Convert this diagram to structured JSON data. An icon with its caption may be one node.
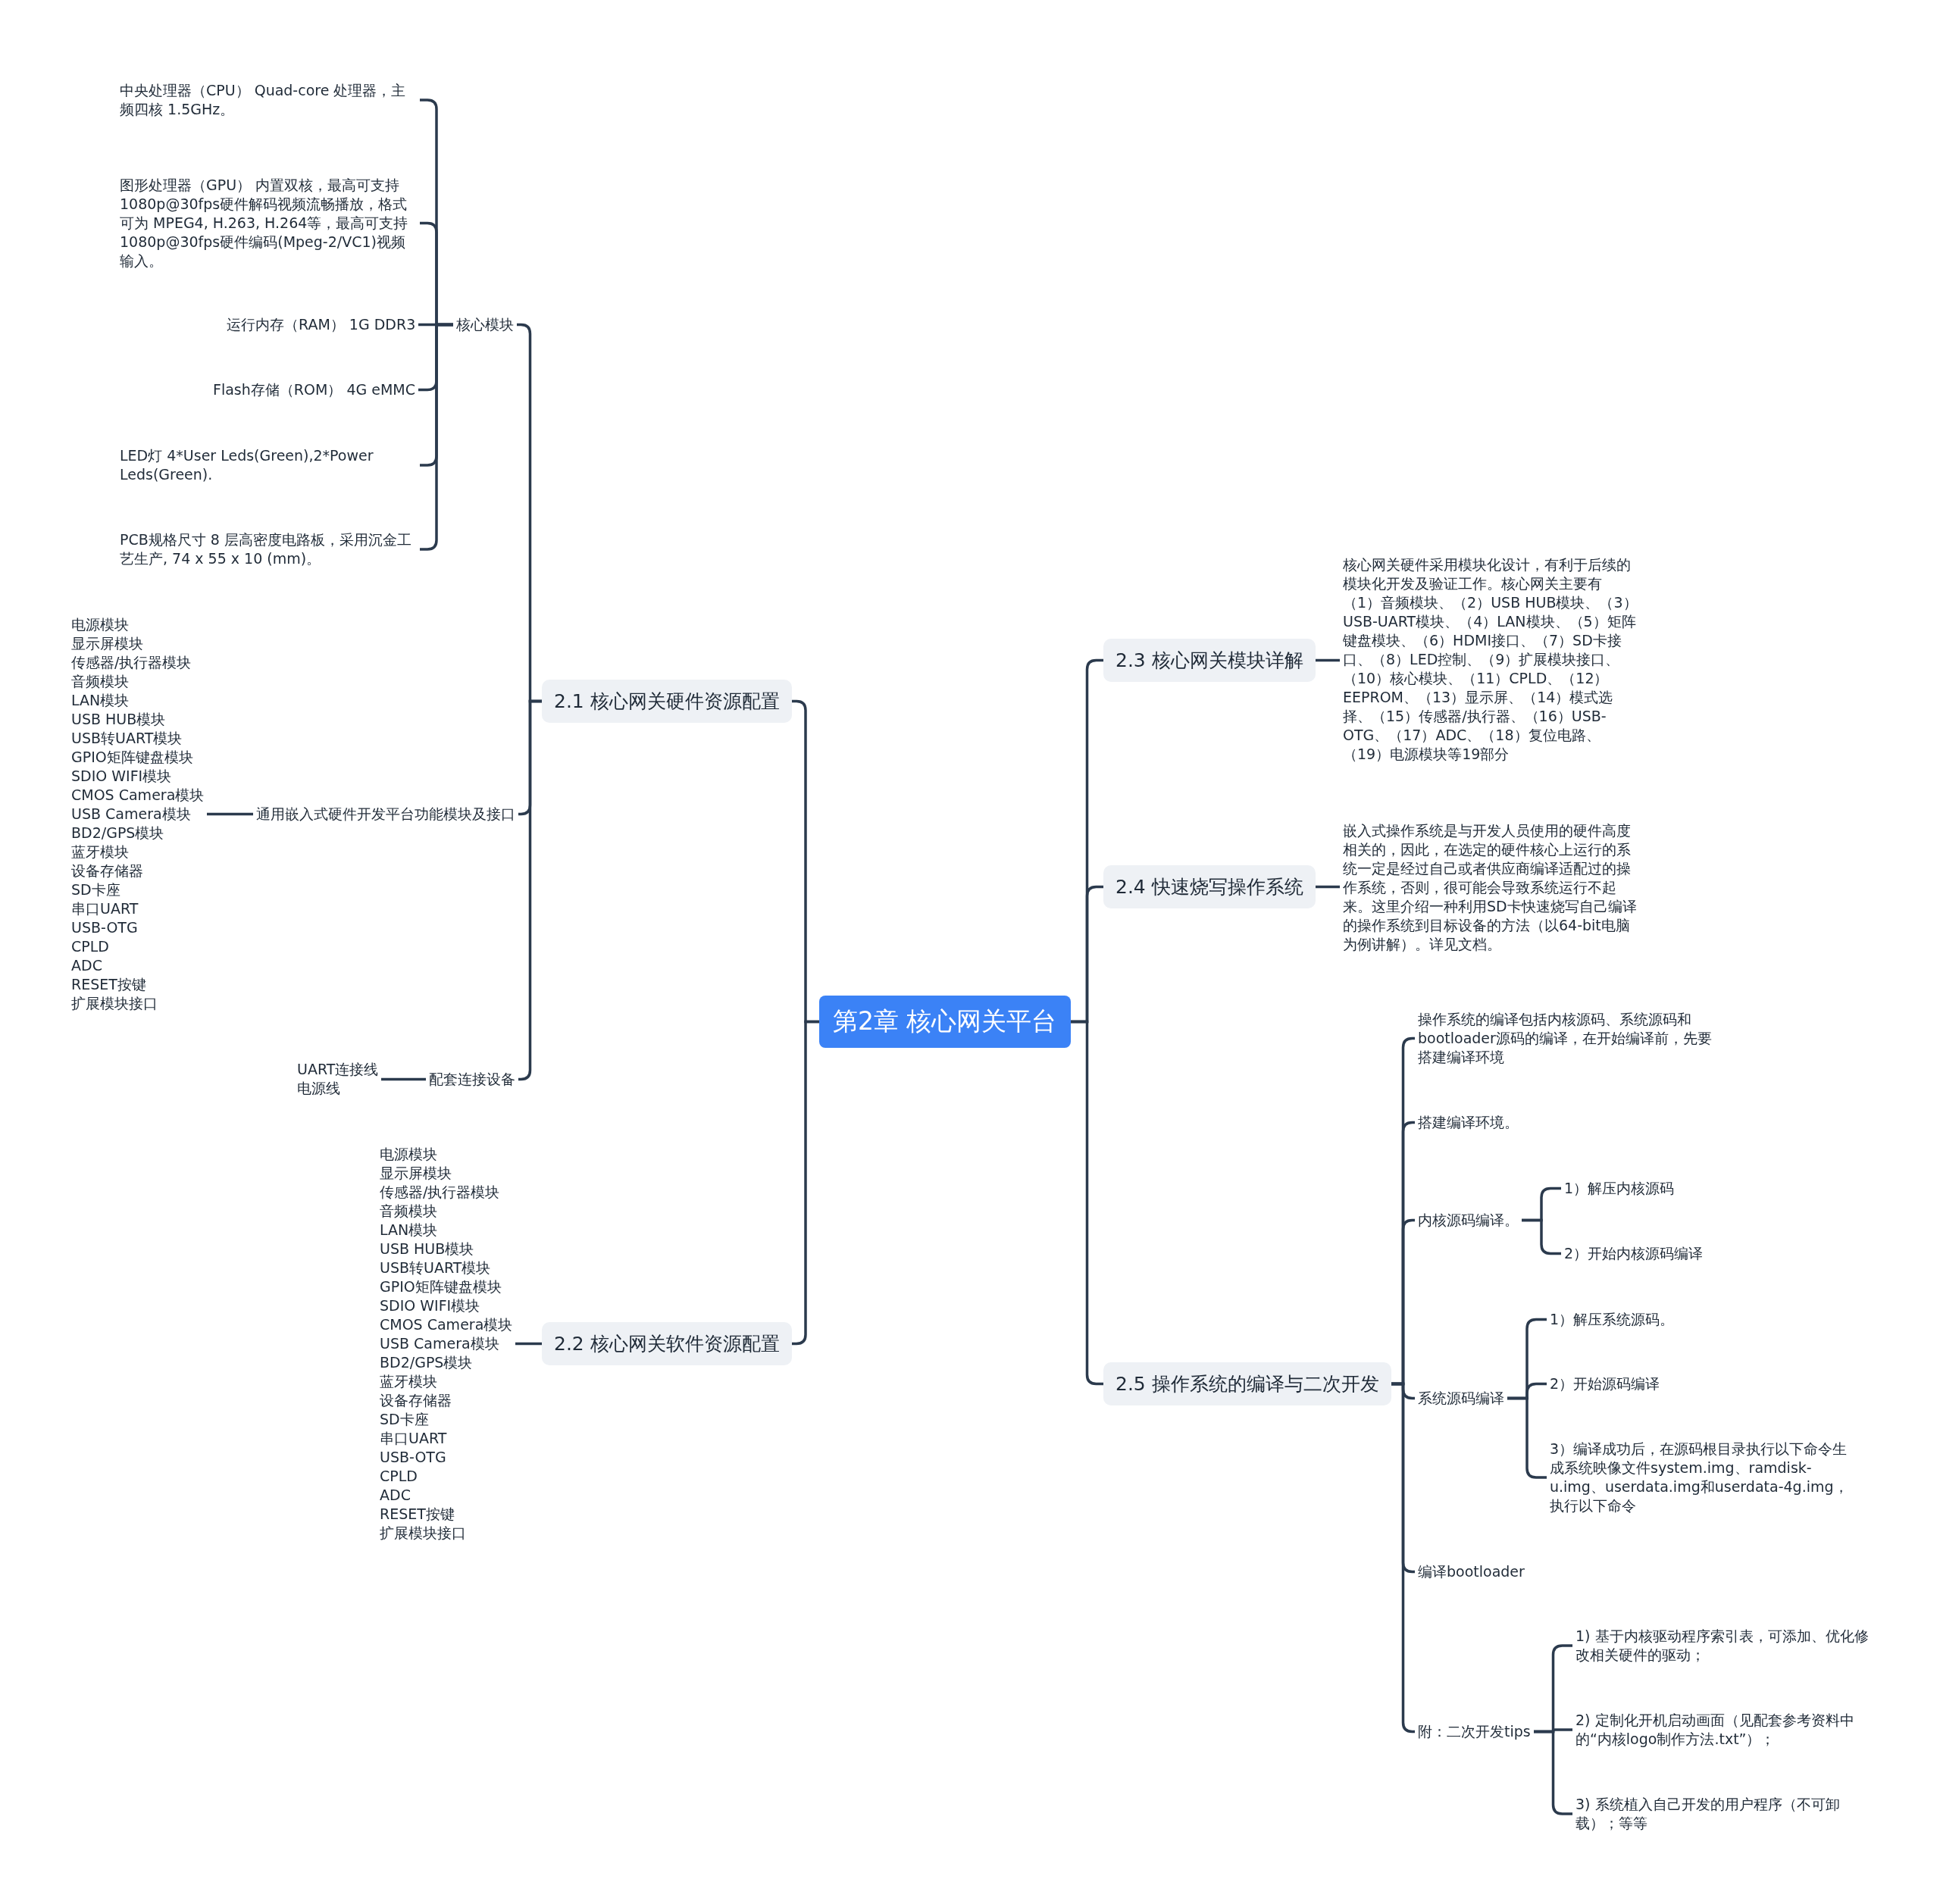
{
  "diagram": {
    "nodes": [
      {
        "text": [
          "第2章  核心网关平台"
        ]
      },
      {
        "text": [
          "2.1 核心网关硬件资源配置"
        ]
      },
      {
        "text": [
          "核心模块"
        ]
      },
      {
        "text": [
          "中央处理器（CPU） Quad-core 处理器，主频四核 1.5GHz。"
        ]
      },
      {
        "text": [
          "图形处理器（GPU） 内置双核，最高可支持1080p@30fps硬件解码视频流畅播放，格式可为 MPEG4, H.263, H.264等，最高可支持1080p@30fps硬件编码(Mpeg-2/VC1)视频输入。"
        ]
      },
      {
        "text": [
          "运行内存（RAM） 1G  DDR3"
        ]
      },
      {
        "text": [
          "Flash存储（ROM） 4G  eMMC"
        ]
      },
      {
        "text": [
          "LED灯 4*User Leds(Green),2*Power Leds(Green)."
        ]
      },
      {
        "text": [
          "PCB规格尺寸 8 层高密度电路板，采用沉金工艺生产, 74 x 55 x 10 (mm)。"
        ]
      },
      {
        "text": [
          "通用嵌入式硬件开发平台功能模块及接口"
        ]
      },
      {
        "text": [
          "电源模块",
          "显示屏模块",
          "传感器/执行器模块",
          "音频模块",
          "LAN模块",
          "USB HUB模块",
          "USB转UART模块",
          "GPIO矩阵键盘模块",
          "SDIO WIFI模块",
          "CMOS Camera模块",
          "USB Camera模块",
          "BD2/GPS模块",
          "蓝牙模块",
          "设备存储器",
          "SD卡座",
          "串口UART",
          "USB-OTG",
          "CPLD",
          "ADC",
          "RESET按键",
          "扩展模块接口"
        ]
      },
      {
        "text": [
          "配套连接设备"
        ]
      },
      {
        "text": [
          "UART连接线",
          "电源线"
        ]
      },
      {
        "text": [
          "2.2 核心网关软件资源配置"
        ]
      },
      {
        "text": [
          "电源模块",
          "显示屏模块",
          "传感器/执行器模块",
          "音频模块",
          "LAN模块",
          "USB HUB模块",
          "USB转UART模块",
          "GPIO矩阵键盘模块",
          "SDIO WIFI模块",
          "CMOS Camera模块",
          "USB Camera模块",
          "BD2/GPS模块",
          "蓝牙模块",
          "设备存储器",
          "SD卡座",
          "串口UART",
          "USB-OTG",
          "CPLD",
          "ADC",
          "RESET按键",
          "扩展模块接口"
        ]
      },
      {
        "text": [
          "2.3 核心网关模块详解"
        ]
      },
      {
        "text": [
          "核心网关硬件采用模块化设计，有利于后续的模块化开发及验证工作。核心网关主要有（1）音频模块、（2）USB HUB模块、（3）USB-UART模块、（4）LAN模块、（5）矩阵键盘模块、（6）HDMI接口、（7）SD卡接口、（8）LED控制、（9）扩展模块接口、（10）核心模块、（11）CPLD、（12）EEPROM、（13）显示屏、（14）模式选择、（15）传感器/执行器、（16）USB-OTG、（17）ADC、（18）复位电路、（19）电源模块等19部分"
        ]
      },
      {
        "text": [
          "2.4 快速烧写操作系统"
        ]
      },
      {
        "text": [
          "嵌入式操作系统是与开发人员使用的硬件高度相关的，因此，在选定的硬件核心上运行的系统一定是经过自己或者供应商编译适配过的操作系统，否则，很可能会导致系统运行不起来。这里介绍一种利用SD卡快速烧写自己编译的操作系统到目标设备的方法（以64-bit电脑为例讲解）。详见文档。"
        ]
      },
      {
        "text": [
          "2.5 操作系统的编译与二次开发"
        ]
      },
      {
        "text": [
          "操作系统的编译包括内核源码、系统源码和bootloader源码的编译，在开始编译前，先要搭建编译环境"
        ]
      },
      {
        "text": [
          "搭建编译环境。"
        ]
      },
      {
        "text": [
          "内核源码编译。"
        ]
      },
      {
        "text": [
          "1）解压内核源码"
        ]
      },
      {
        "text": [
          "2）开始内核源码编译"
        ]
      },
      {
        "text": [
          "系统源码编译"
        ]
      },
      {
        "text": [
          "1）解压系统源码。"
        ]
      },
      {
        "text": [
          "2）开始源码编译"
        ]
      },
      {
        "text": [
          "3）编译成功后，在源码根目录执行以下命令生成系统映像文件system.img、ramdisk-u.img、userdata.img和userdata-4g.img，执行以下命令"
        ]
      },
      {
        "text": [
          "编译bootloader"
        ]
      },
      {
        "text": [
          "附：二次开发tips"
        ]
      },
      {
        "text": [
          "1) 基于内核驱动程序索引表，可添加、优化修改相关硬件的驱动；"
        ]
      },
      {
        "text": [
          "2) 定制化开机启动画面（见配套参考资料中的“内核logo制作方法.txt”）；"
        ]
      },
      {
        "text": [
          "3) 系统植入自己开发的用户程序（不可卸载）；等等"
        ]
      }
    ],
    "edges": [
      {
        "from": 0,
        "to": 1,
        "arrow": "none"
      },
      {
        "from": 1,
        "to": 2,
        "arrow": "none"
      },
      {
        "from": 2,
        "to": 3,
        "arrow": "none"
      },
      {
        "from": 2,
        "to": 4,
        "arrow": "none"
      },
      {
        "from": 2,
        "to": 5,
        "arrow": "none"
      },
      {
        "from": 2,
        "to": 6,
        "arrow": "none"
      },
      {
        "from": 2,
        "to": 7,
        "arrow": "none"
      },
      {
        "from": 2,
        "to": 8,
        "arrow": "none"
      },
      {
        "from": 1,
        "to": 9,
        "arrow": "none"
      },
      {
        "from": 9,
        "to": 10,
        "arrow": "none"
      },
      {
        "from": 1,
        "to": 11,
        "arrow": "none"
      },
      {
        "from": 11,
        "to": 12,
        "arrow": "none"
      },
      {
        "from": 0,
        "to": 13,
        "arrow": "none"
      },
      {
        "from": 13,
        "to": 14,
        "arrow": "none"
      },
      {
        "from": 0,
        "to": 15,
        "arrow": "none"
      },
      {
        "from": 15,
        "to": 16,
        "arrow": "none"
      },
      {
        "from": 0,
        "to": 17,
        "arrow": "none"
      },
      {
        "from": 17,
        "to": 18,
        "arrow": "none"
      },
      {
        "from": 0,
        "to": 19,
        "arrow": "none"
      },
      {
        "from": 19,
        "to": 20,
        "arrow": "none"
      },
      {
        "from": 19,
        "to": 21,
        "arrow": "none"
      },
      {
        "from": 19,
        "to": 22,
        "arrow": "none"
      },
      {
        "from": 22,
        "to": 23,
        "arrow": "none"
      },
      {
        "from": 22,
        "to": 24,
        "arrow": "none"
      },
      {
        "from": 19,
        "to": 25,
        "arrow": "none"
      },
      {
        "from": 25,
        "to": 26,
        "arrow": "none"
      },
      {
        "from": 25,
        "to": 27,
        "arrow": "none"
      },
      {
        "from": 25,
        "to": 28,
        "arrow": "none"
      },
      {
        "from": 19,
        "to": 29,
        "arrow": "none"
      },
      {
        "from": 19,
        "to": 30,
        "arrow": "none"
      },
      {
        "from": 30,
        "to": 31,
        "arrow": "none"
      },
      {
        "from": 30,
        "to": 32,
        "arrow": "none"
      },
      {
        "from": 30,
        "to": 33,
        "arrow": "none"
      }
    ]
  }
}
